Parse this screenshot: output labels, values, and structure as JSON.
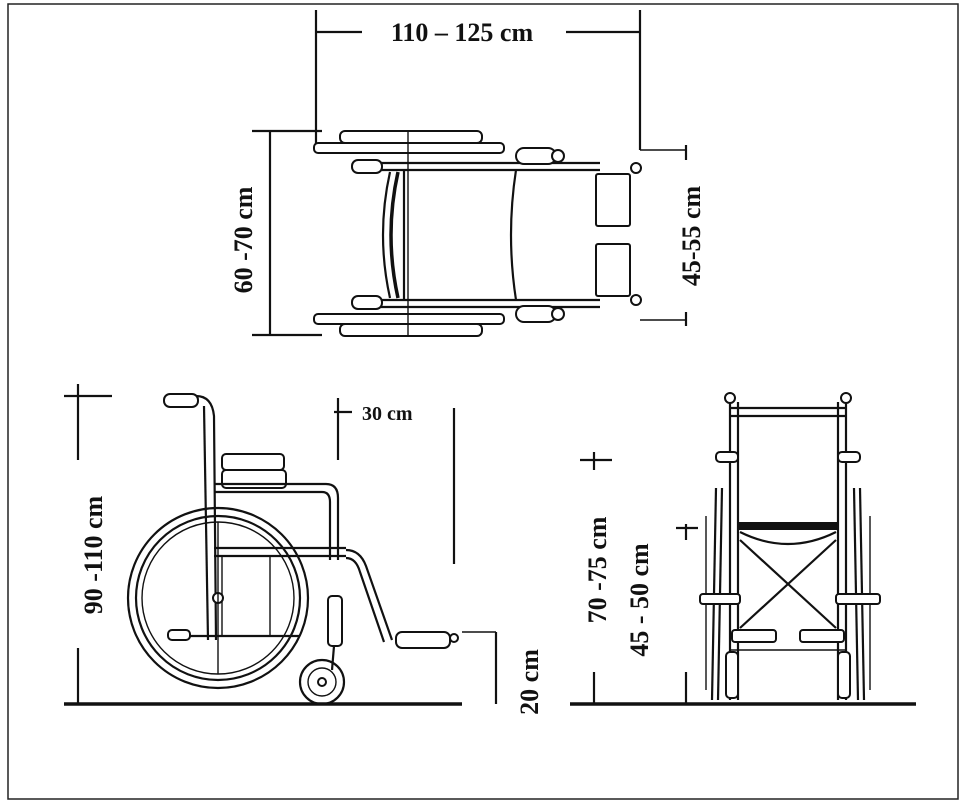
{
  "labels": {
    "top_length": "110 – 125 cm",
    "top_width": "60 -70 cm",
    "top_inner_width": "45-55 cm",
    "side_height": "90 -110  cm",
    "side_30": "30 cm",
    "side_20": "20 cm",
    "front_70": "70 -75 cm",
    "front_45": "45 - 50 cm"
  }
}
